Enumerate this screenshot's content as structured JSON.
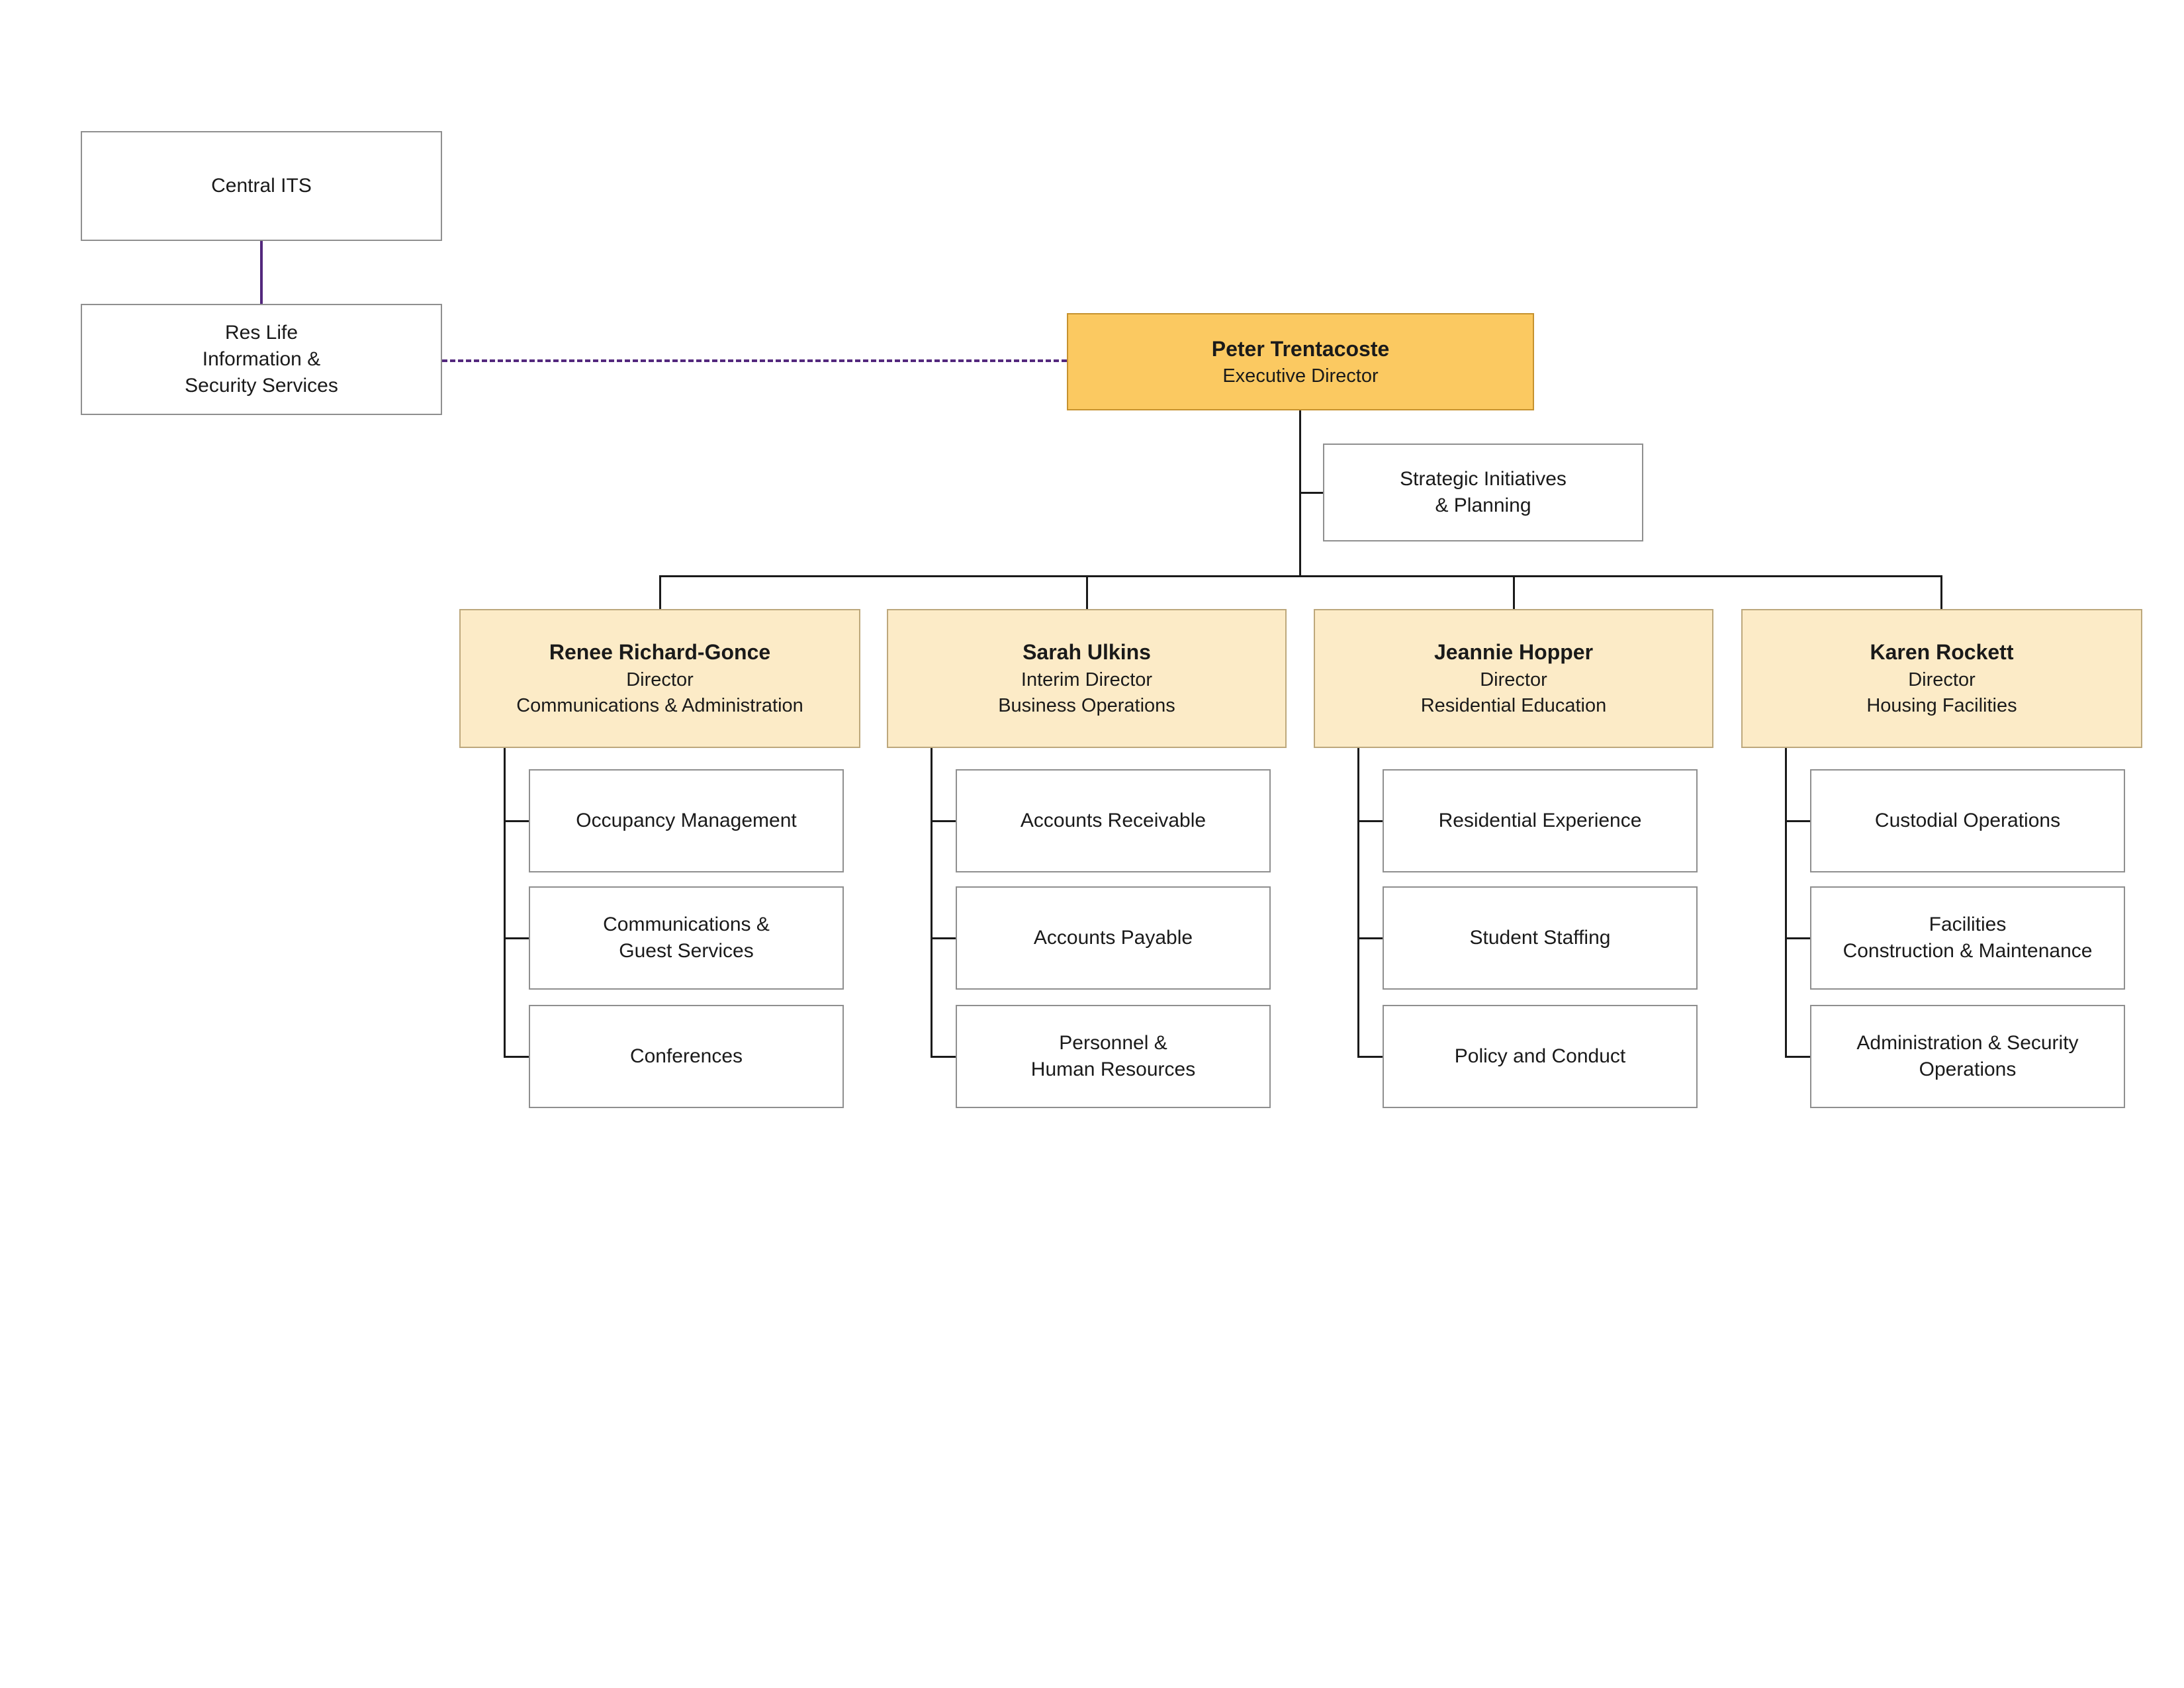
{
  "org": {
    "central_its": {
      "label": "Central ITS"
    },
    "res_life": {
      "label": "Res Life\nInformation &\nSecurity Services"
    },
    "executive": {
      "name": "Peter Trentacoste",
      "title": "Executive Director"
    },
    "strategic": {
      "label": "Strategic Initiatives\n& Planning"
    },
    "directors": [
      {
        "name": "Renee Richard-Gonce",
        "title": "Director",
        "dept": "Communications & Administration",
        "units": [
          "Occupancy Management",
          "Communications &\nGuest Services",
          "Conferences"
        ]
      },
      {
        "name": "Sarah Ulkins",
        "title": "Interim Director",
        "dept": "Business Operations",
        "units": [
          "Accounts Receivable",
          "Accounts Payable",
          "Personnel &\nHuman Resources"
        ]
      },
      {
        "name": "Jeannie Hopper",
        "title": "Director",
        "dept": "Residential Education",
        "units": [
          "Residential Experience",
          "Student Staffing",
          "Policy and Conduct"
        ]
      },
      {
        "name": "Karen Rockett",
        "title": "Director",
        "dept": "Housing Facilities",
        "units": [
          "Custodial Operations",
          "Facilities\nConstruction & Maintenance",
          "Administration & Security\nOperations"
        ]
      }
    ],
    "colors": {
      "executive_fill": "#FBC961",
      "director_fill": "#FCEBC7",
      "purple_line": "#53287D",
      "black_line": "#1A1A1A"
    }
  }
}
